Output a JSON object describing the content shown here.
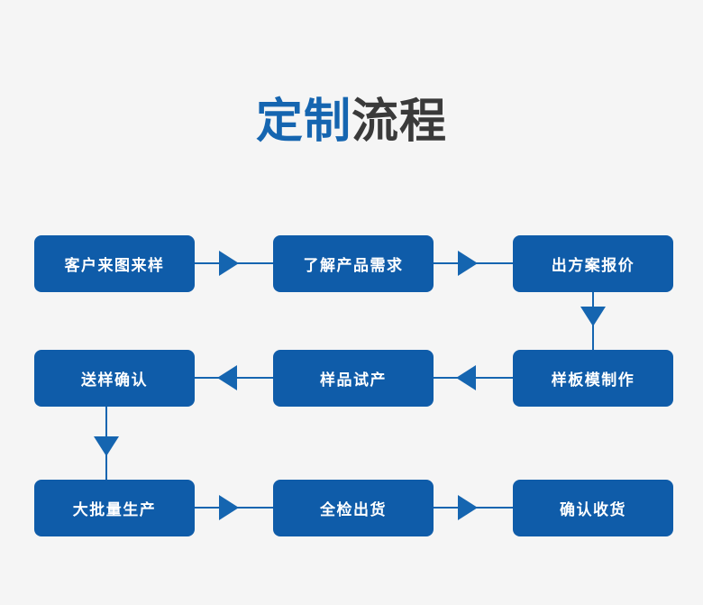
{
  "page": {
    "background_color": "#f5f5f5",
    "accent_color": "#1565b0",
    "node_color": "#0f5ca9",
    "node_text_color": "#ffffff",
    "title_dark_color": "#3a3a3a"
  },
  "title": {
    "accent_text": "定制",
    "dark_text": "流程",
    "full_text": "定制流程"
  },
  "flow": {
    "rows": [
      {
        "direction": "left-to-right",
        "nodes": [
          {
            "label": "客户来图来样"
          },
          {
            "label": "了解产品需求"
          },
          {
            "label": "出方案报价"
          }
        ]
      },
      {
        "direction": "right-to-left",
        "nodes": [
          {
            "label": "送样确认"
          },
          {
            "label": "样品试产"
          },
          {
            "label": "样板模制作"
          }
        ]
      },
      {
        "direction": "left-to-right",
        "nodes": [
          {
            "label": "大批量生产"
          },
          {
            "label": "全检出货"
          },
          {
            "label": "确认收货"
          }
        ]
      }
    ],
    "connectors": [
      {
        "id": "r1-c1-to-c2",
        "type": "arrow-right"
      },
      {
        "id": "r1-c2-to-c3",
        "type": "arrow-right"
      },
      {
        "id": "r1c3-to-r2c3",
        "type": "arrow-down"
      },
      {
        "id": "r2-c3-to-c2",
        "type": "arrow-left"
      },
      {
        "id": "r2-c2-to-c1",
        "type": "arrow-left"
      },
      {
        "id": "r2c1-to-r3c1",
        "type": "arrow-down"
      },
      {
        "id": "r3-c1-to-c2",
        "type": "arrow-right"
      },
      {
        "id": "r3-c2-to-c3",
        "type": "arrow-right"
      }
    ]
  }
}
